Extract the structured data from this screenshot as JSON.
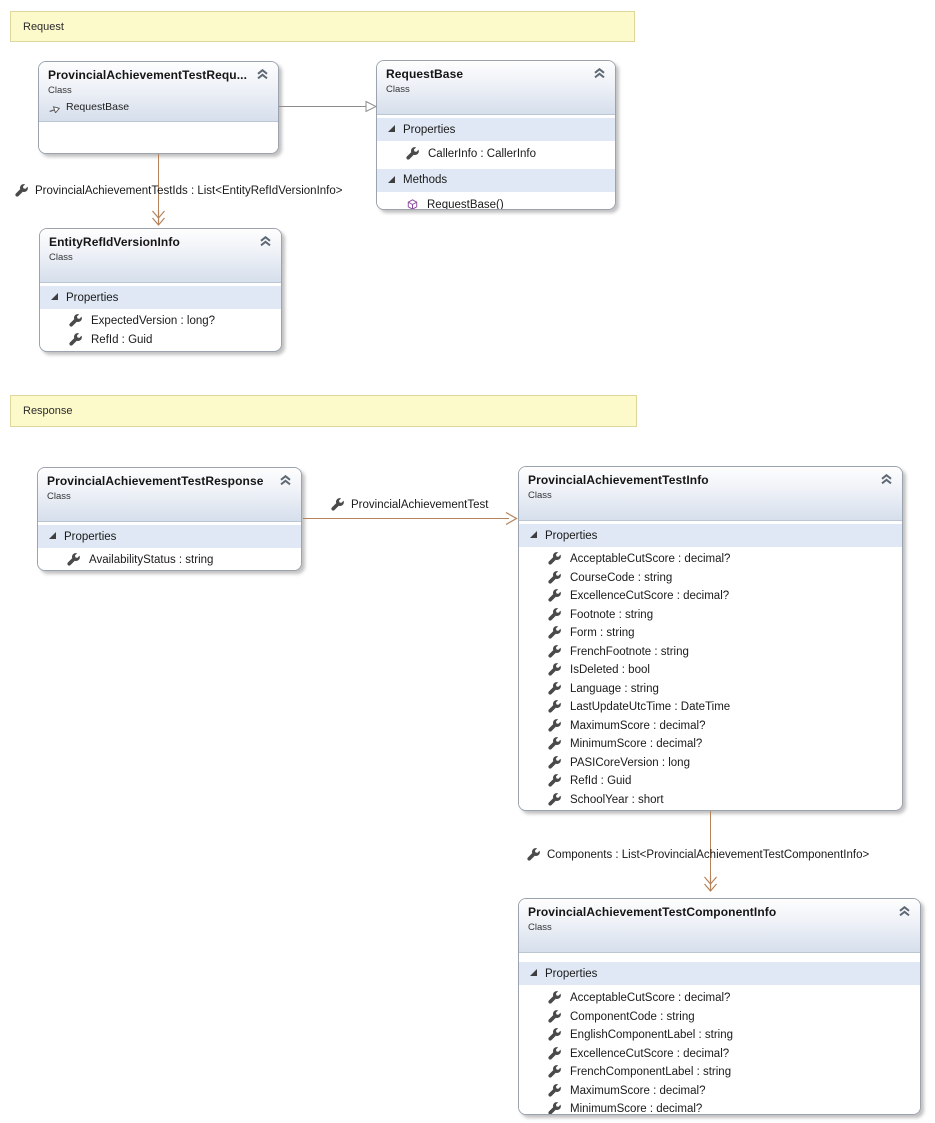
{
  "labels": {
    "stereotype": "Class",
    "properties": "Properties",
    "methods": "Methods"
  },
  "comments": {
    "request": "Request",
    "response": "Response"
  },
  "classes": {
    "request": {
      "title": "ProvincialAchievementTestRequ...",
      "base": "RequestBase"
    },
    "requestBase": {
      "title": "RequestBase",
      "properties": [
        "CallerInfo : CallerInfo"
      ],
      "methods": [
        "RequestBase()"
      ]
    },
    "entity": {
      "title": "EntityRefIdVersionInfo",
      "properties": [
        "ExpectedVersion : long?",
        "RefId : Guid"
      ]
    },
    "response": {
      "title": "ProvincialAchievementTestResponse",
      "properties": [
        "AvailabilityStatus : string"
      ]
    },
    "info": {
      "title": "ProvincialAchievementTestInfo",
      "properties": [
        "AcceptableCutScore : decimal?",
        "CourseCode : string",
        "ExcellenceCutScore : decimal?",
        "Footnote : string",
        "Form : string",
        "FrenchFootnote : string",
        "IsDeleted : bool",
        "Language : string",
        "LastUpdateUtcTime : DateTime",
        "MaximumScore : decimal?",
        "MinimumScore : decimal?",
        "PASICoreVersion : long",
        "RefId : Guid",
        "SchoolYear : short"
      ]
    },
    "component": {
      "title": "ProvincialAchievementTestComponentInfo",
      "properties": [
        "AcceptableCutScore : decimal?",
        "ComponentCode : string",
        "EnglishComponentLabel : string",
        "ExcellenceCutScore : decimal?",
        "FrenchComponentLabel : string",
        "MaximumScore : decimal?",
        "MinimumScore : decimal?"
      ]
    }
  },
  "associations": {
    "testIds": "ProvincialAchievementTestIds : List<EntityRefIdVersionInfo>",
    "test": "ProvincialAchievementTest",
    "components": "Components : List<ProvincialAchievementTestComponentInfo>"
  },
  "icons": {
    "property": "wrench-icon",
    "method": "cube-icon",
    "collapse": "double-chevron-up-icon",
    "expander": "expanded-triangle-icon",
    "base_type": "inheritance-arrow-icon"
  },
  "colors": {
    "comment_bg": "#fcf9cb",
    "comment_border": "#ddd79b",
    "association": "#b5825a",
    "inheritance": "#8c8c8c",
    "section_bg": "#dfe8f4",
    "method_icon": "#8f4da0",
    "property_icon": "#4a4a4a"
  }
}
